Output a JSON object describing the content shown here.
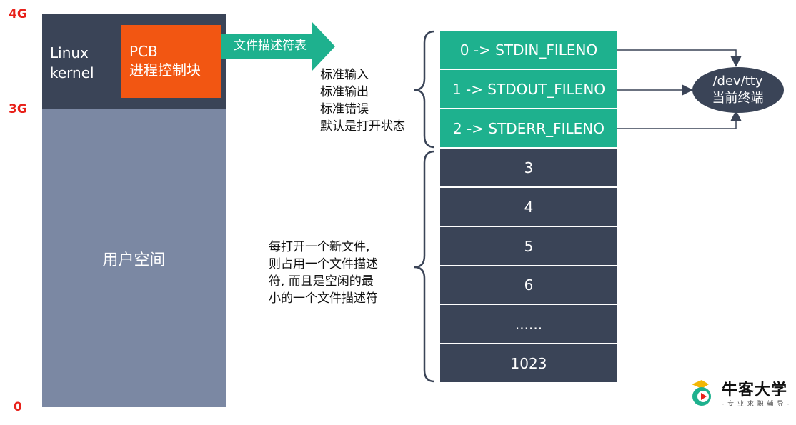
{
  "address_labels": {
    "top": "4G",
    "kernel_boundary": "3G",
    "bottom": "0"
  },
  "kernel_space": {
    "label_line1": "Linux",
    "label_line2": "kernel"
  },
  "pcb": {
    "line1": "PCB",
    "line2": "进程控制块"
  },
  "user_space": {
    "label": "用户空间"
  },
  "arrow": {
    "label": "文件描述符表"
  },
  "std_notes": [
    "标准输入",
    "标准输出",
    "标准错误",
    "默认是打开状态"
  ],
  "new_file_notes": [
    "每打开一个新文件,",
    "则占用一个文件描述",
    "符, 而且是空闲的最",
    "小的一个文件描述符"
  ],
  "fd_table": [
    "0 -> STDIN_FILENO",
    "1 -> STDOUT_FILENO",
    "2 -> STDERR_FILENO",
    "3",
    "4",
    "5",
    "6",
    "......",
    "1023"
  ],
  "terminal": {
    "line1": "/dev/tty",
    "line2": "当前终端"
  },
  "brand": {
    "name": "牛客大学",
    "slogan": "- 专 业 求 职 辅 导 -"
  },
  "colors": {
    "kernel": "#3a4457",
    "user_space": "#7b88a3",
    "pcb": "#f25612",
    "std_fd": "#1eb18e",
    "other_fd": "#3a4457",
    "address": "#e8211a"
  }
}
